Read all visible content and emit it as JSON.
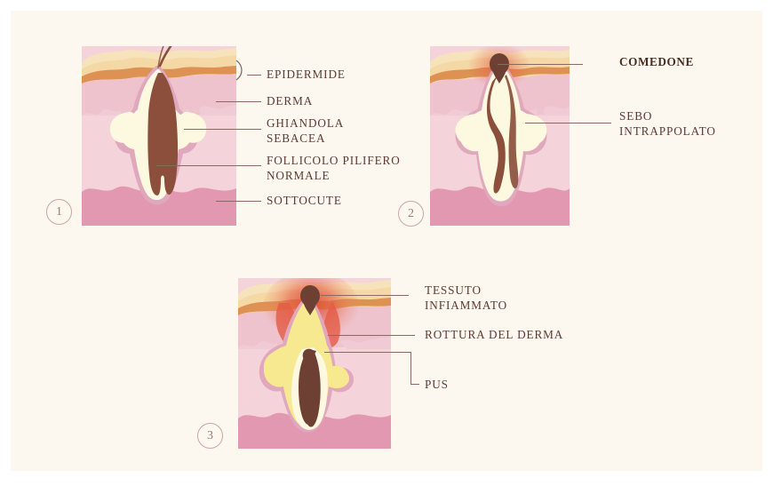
{
  "background": {
    "page": "#ffffff",
    "panel": "#fdf8ef"
  },
  "palette": {
    "epidermis": "#f4d9a6",
    "epidermis_top": "#f7e3bb",
    "stratum": "#dd9254",
    "dermis_upper": "#eec3ce",
    "dermis_mid": "#f0cbd5",
    "dermis_light": "#f4d3da",
    "subcutis": "#e298b0",
    "follicle_lining": "#fdf8e0",
    "follicle_outline": "#e0a8bd",
    "hair": "#8b4f3c",
    "comedone": "#6d4033",
    "inflammation": "#e35b45",
    "pus": "#f7e98f",
    "leader": "#8a6a60",
    "text": "#5d3a33",
    "badge_border": "#c9a89e",
    "badge_text": "#9b7c72"
  },
  "figure": {
    "title_language": "it",
    "stages": [
      {
        "number": "1",
        "name": "normal-skin",
        "labels": [
          {
            "key": "epidermide",
            "text": "EPIDERMIDE",
            "bold": false
          },
          {
            "key": "derma",
            "text": "DERMA",
            "bold": false
          },
          {
            "key": "ghiandola",
            "text": "GHIANDOLA\nSEBACEA",
            "bold": false
          },
          {
            "key": "follicolo",
            "text": "FOLLICOLO PILIFERO\nNORMALE",
            "bold": false
          },
          {
            "key": "sottocute",
            "text": "SOTTOCUTE",
            "bold": false
          }
        ]
      },
      {
        "number": "2",
        "name": "comedone-stage",
        "labels": [
          {
            "key": "comedone",
            "text": "COMEDONE",
            "bold": true
          },
          {
            "key": "sebo",
            "text": "SEBO\nINTRAPPOLATO",
            "bold": false
          }
        ]
      },
      {
        "number": "3",
        "name": "inflamed-stage",
        "labels": [
          {
            "key": "tessuto",
            "text": "TESSUTO\nINFIAMMATO",
            "bold": false
          },
          {
            "key": "rottura",
            "text": "ROTTURA DEL DERMA",
            "bold": false
          },
          {
            "key": "pus",
            "text": "PUS",
            "bold": false
          }
        ]
      }
    ]
  },
  "labels": {
    "s1_epidermide": "EPIDERMIDE",
    "s1_derma": "DERMA",
    "s1_ghiandola_l1": "GHIANDOLA",
    "s1_ghiandola_l2": "SEBACEA",
    "s1_follicolo_l1": "FOLLICOLO PILIFERO",
    "s1_follicolo_l2": "NORMALE",
    "s1_sottocute": "SOTTOCUTE",
    "s2_comedone": "COMEDONE",
    "s2_sebo_l1": "SEBO",
    "s2_sebo_l2": "INTRAPPOLATO",
    "s3_tessuto_l1": "TESSUTO",
    "s3_tessuto_l2": "INFIAMMATO",
    "s3_rottura": "ROTTURA DEL DERMA",
    "s3_pus": "PUS"
  },
  "badges": {
    "one": "1",
    "two": "2",
    "three": "3"
  }
}
